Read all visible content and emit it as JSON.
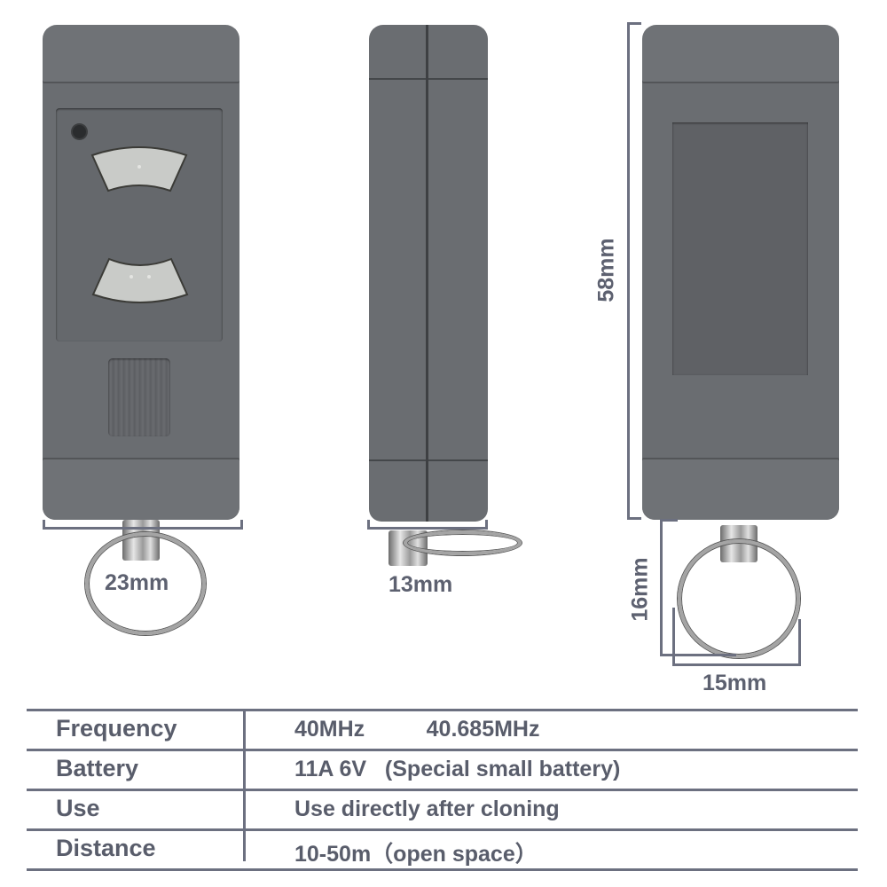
{
  "dimensions": {
    "front_width": "23mm",
    "side_depth": "13mm",
    "height": "58mm",
    "ring_height": "16mm",
    "ring_width": "15mm"
  },
  "product": {
    "views": [
      "front",
      "side",
      "back"
    ],
    "front_buttons": [
      {
        "name": "button-1",
        "dots": 1
      },
      {
        "name": "button-2",
        "dots": 2
      }
    ],
    "colors": {
      "body": "#6a6d71",
      "buttons": "#c9cbc8",
      "dimension_lines": "#6c7080",
      "text": "#595d6b"
    }
  },
  "specs": {
    "rows": [
      {
        "label": "Frequency",
        "value": "40MHz          40.685MHz"
      },
      {
        "label": "Battery",
        "value": "11A 6V   (Special small battery)"
      },
      {
        "label": "Use",
        "value": "Use directly after cloning"
      },
      {
        "label": "Distance",
        "value": "10-50m（open space）"
      }
    ]
  }
}
